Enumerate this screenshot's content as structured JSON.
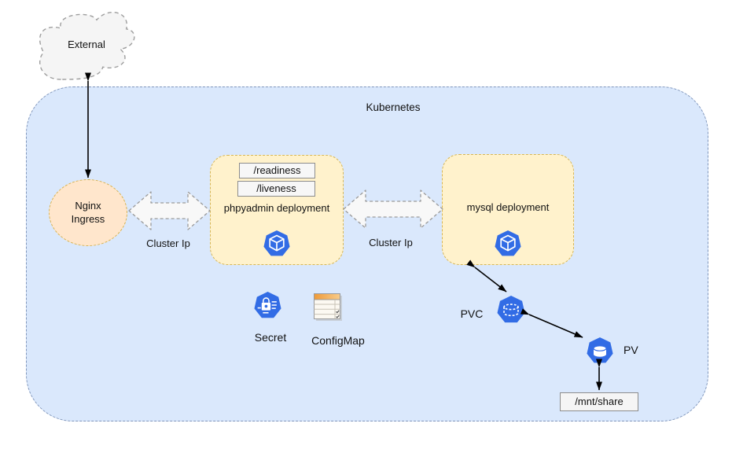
{
  "diagram": {
    "type": "kubernetes-architecture-diagram",
    "container_label": "Kubernetes",
    "nodes": {
      "external": {
        "label": "External",
        "shape": "cloud"
      },
      "nginx_ingress": {
        "line1": "Nginx",
        "line2": "Ingress",
        "shape": "ellipse"
      },
      "phpyadmin_deployment": {
        "label": "phpyadmin deployment",
        "probes": {
          "readiness": "/readiness",
          "liveness": "/liveness"
        },
        "icon": "k8s-pod-icon"
      },
      "mysql_deployment": {
        "label": "mysql deployment",
        "icon": "k8s-pod-icon"
      },
      "secret": {
        "label": "Secret",
        "icon": "k8s-secret-icon"
      },
      "configmap": {
        "label": "ConfigMap",
        "icon": "configmap-table-icon"
      },
      "pvc": {
        "label": "PVC",
        "icon": "k8s-persistent-volume-claim-icon"
      },
      "pv": {
        "label": "PV",
        "icon": "k8s-persistent-volume-icon"
      },
      "mount_path": {
        "label": "/mnt/share",
        "shape": "rect"
      }
    },
    "edges": {
      "external_to_ingress": {
        "type": "double-arrow"
      },
      "ingress_to_phpyadmin": {
        "type": "block-double-arrow",
        "label": "Cluster Ip"
      },
      "phpyadmin_to_mysql": {
        "type": "block-double-arrow",
        "label": "Cluster Ip"
      },
      "mysql_to_pvc": {
        "type": "double-arrow"
      },
      "pvc_to_pv": {
        "type": "double-arrow"
      },
      "pv_to_mount": {
        "type": "double-arrow"
      }
    },
    "colors": {
      "kubernetes_fill": "#dae8fc",
      "kubernetes_border": "#8096bb",
      "deployment_fill": "#fff2cc",
      "deployment_border": "#d6b656",
      "ingress_fill": "#ffe6cc",
      "ingress_border": "#d6b24f",
      "k8s_icon_blue": "#326ce5",
      "probe_fill": "#f7f7f7",
      "probe_border": "#8c8c8c",
      "configmap_header_orange": "#f2a13e",
      "cloud_fill": "#f5f5f5",
      "connector_black": "#000000",
      "block_arrow_border": "#9a9a9a"
    }
  }
}
